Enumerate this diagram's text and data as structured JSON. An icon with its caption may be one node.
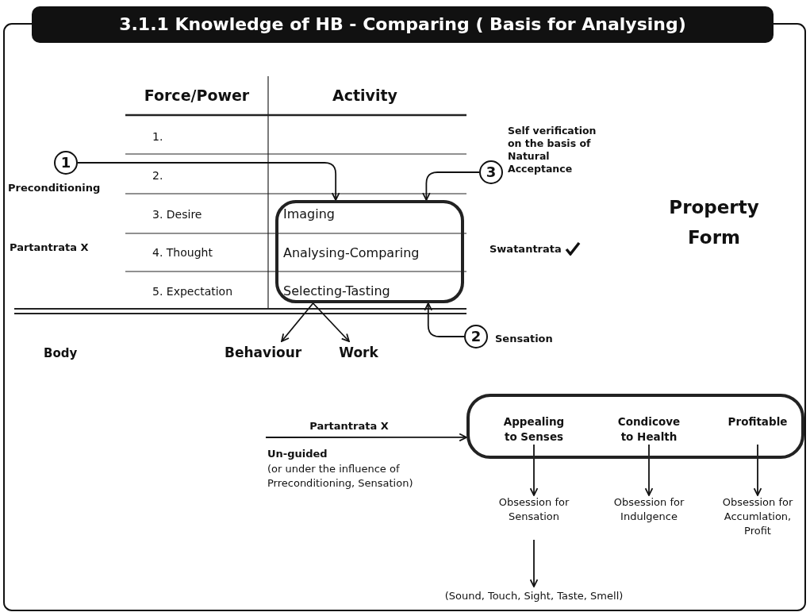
{
  "diagram": {
    "title": "3.1.1 Knowledge of HB - Comparing ( Basis for Analysing)",
    "nodes": [
      {
        "text": [
          "1"
        ],
        "beside": [
          "Preconditioning"
        ]
      },
      {
        "text": [
          "Imaging",
          "Analysing-Comparing",
          "Selecting-Tasting"
        ]
      },
      {
        "text": [
          "3"
        ],
        "beside": [
          "Self verification on the basis of Natural Acceptance"
        ]
      },
      {
        "text": [
          "2"
        ],
        "beside": [
          "Sensation"
        ]
      },
      {
        "text": [
          "Behaviour"
        ]
      },
      {
        "text": [
          "Work"
        ]
      },
      {
        "text": [],
        "shape": "box"
      },
      {
        "text": [
          "Appealing to Senses"
        ],
        "in": 6
      },
      {
        "text": [
          "Condicove to Health"
        ],
        "in": 6
      },
      {
        "text": [
          "Profitable"
        ],
        "in": 6
      },
      {
        "text": [
          "Obsession for Sensation"
        ]
      },
      {
        "text": [
          "Obsession for Indulgence"
        ]
      },
      {
        "text": [
          "Obsession for Accumlation, Profit"
        ]
      },
      {
        "text": [
          "(Sound, Touch, Sight, Taste, Smell)"
        ]
      }
    ],
    "edges": [
      {
        "from": 0,
        "to": 1,
        "arrow": "to"
      },
      {
        "from": 2,
        "to": 1,
        "arrow": "to"
      },
      {
        "from": 3,
        "to": 1,
        "arrow": "to"
      },
      {
        "from": 1,
        "to": 4,
        "arrow": "to"
      },
      {
        "from": 1,
        "to": 5,
        "arrow": "to"
      },
      {
        "from": null,
        "to": 6,
        "arrow": "to",
        "label": "Partantrata X"
      },
      {
        "from": 7,
        "to": 10,
        "arrow": "to"
      },
      {
        "from": 8,
        "to": 11,
        "arrow": "to"
      },
      {
        "from": 9,
        "to": 12,
        "arrow": "to"
      },
      {
        "from": 10,
        "to": 13,
        "arrow": "to"
      }
    ],
    "labels": [
      "Force/Power",
      "Activity",
      "1.",
      "2.",
      "3. Desire",
      "4. Thought",
      "5. Expectation",
      "Partantrata X",
      "Swatantrata",
      "Property Form",
      "Body",
      "Un-guided",
      "(or under the influence of Prreconditioning, Sensation)"
    ]
  }
}
